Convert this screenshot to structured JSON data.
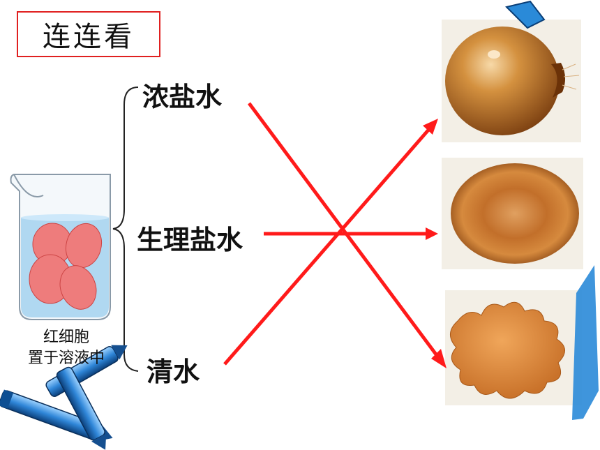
{
  "title": "连连看",
  "solutions": [
    {
      "id": "concentrated",
      "label": "浓盐水"
    },
    {
      "id": "physiological",
      "label": "生理盐水"
    },
    {
      "id": "water",
      "label": "清水"
    }
  ],
  "beaker_caption": {
    "line1": "红细胞",
    "line2": "置于溶液中"
  },
  "cell_images": [
    {
      "id": "swollen",
      "icon": "swollen-red-blood-cell"
    },
    {
      "id": "normal",
      "icon": "normal-red-blood-cell"
    },
    {
      "id": "shrunken",
      "icon": "shrunken-red-blood-cell"
    }
  ],
  "connections": [
    {
      "from": "浓盐水",
      "to": "shrunken"
    },
    {
      "from": "生理盐水",
      "to": "normal"
    },
    {
      "from": "清水",
      "to": "swollen"
    }
  ],
  "colors": {
    "arrow": "#ff1a1a",
    "title_border": "#e02020",
    "cell": "#c8772a",
    "beaker_liquid": "#a9d4f0",
    "crayon": "#3a8fd8"
  }
}
